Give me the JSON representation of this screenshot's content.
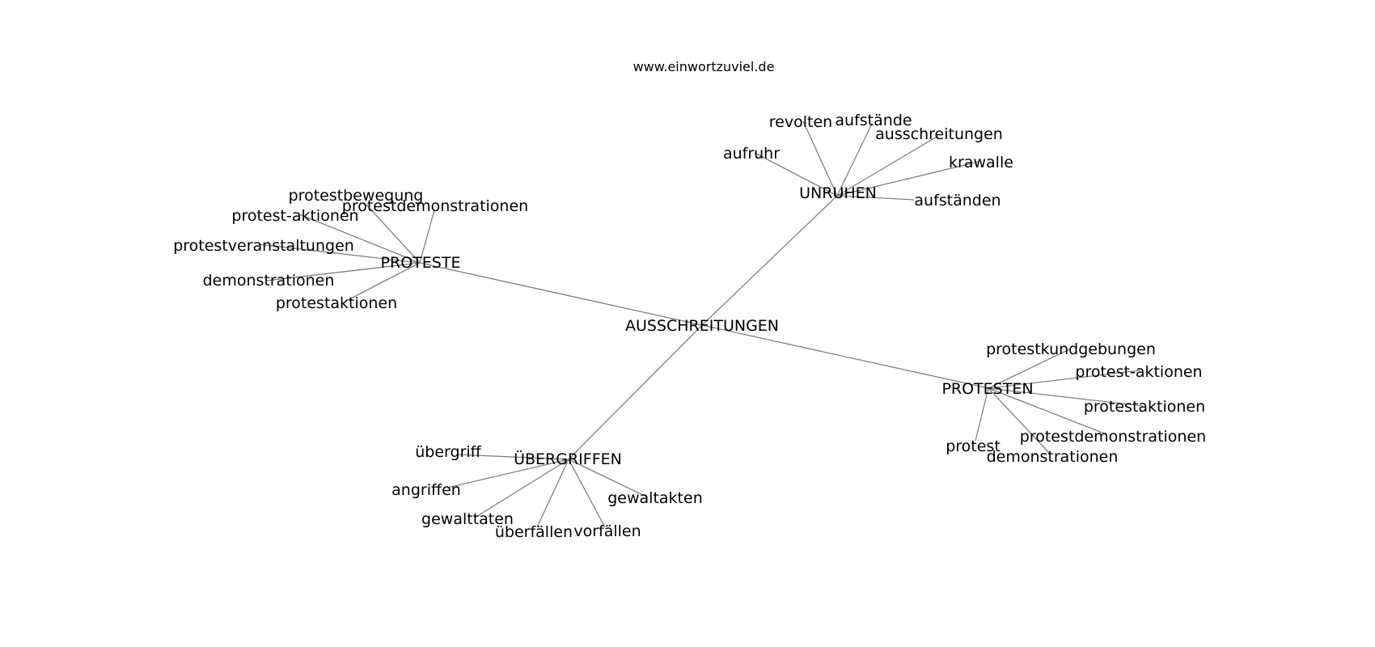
{
  "credit": "www.einwortzuviel.de",
  "graph": {
    "center": "AUSSCHREITUNGEN",
    "hubs": [
      {
        "id": "unruhen",
        "label": "UNRUHEN",
        "words": [
          "revolten",
          "aufstände",
          "ausschreitungen",
          "aufruhr",
          "krawalle",
          "aufständen"
        ]
      },
      {
        "id": "proteste",
        "label": "PROTESTE",
        "words": [
          "protestbewegung",
          "protestdemonstrationen",
          "protest-aktionen",
          "protestveranstaltungen",
          "demonstrationen",
          "protestaktionen"
        ]
      },
      {
        "id": "protesten",
        "label": "PROTESTEN",
        "words": [
          "protestkundgebungen",
          "protest-aktionen",
          "protestaktionen",
          "protestdemonstrationen",
          "protest",
          "demonstrationen"
        ]
      },
      {
        "id": "uebergriffen",
        "label": "ÜBERGRIFFEN",
        "words": [
          "übergriff",
          "angriffen",
          "gewalttaten",
          "überfällen",
          "vorfällen",
          "gewaltakten"
        ]
      }
    ]
  }
}
